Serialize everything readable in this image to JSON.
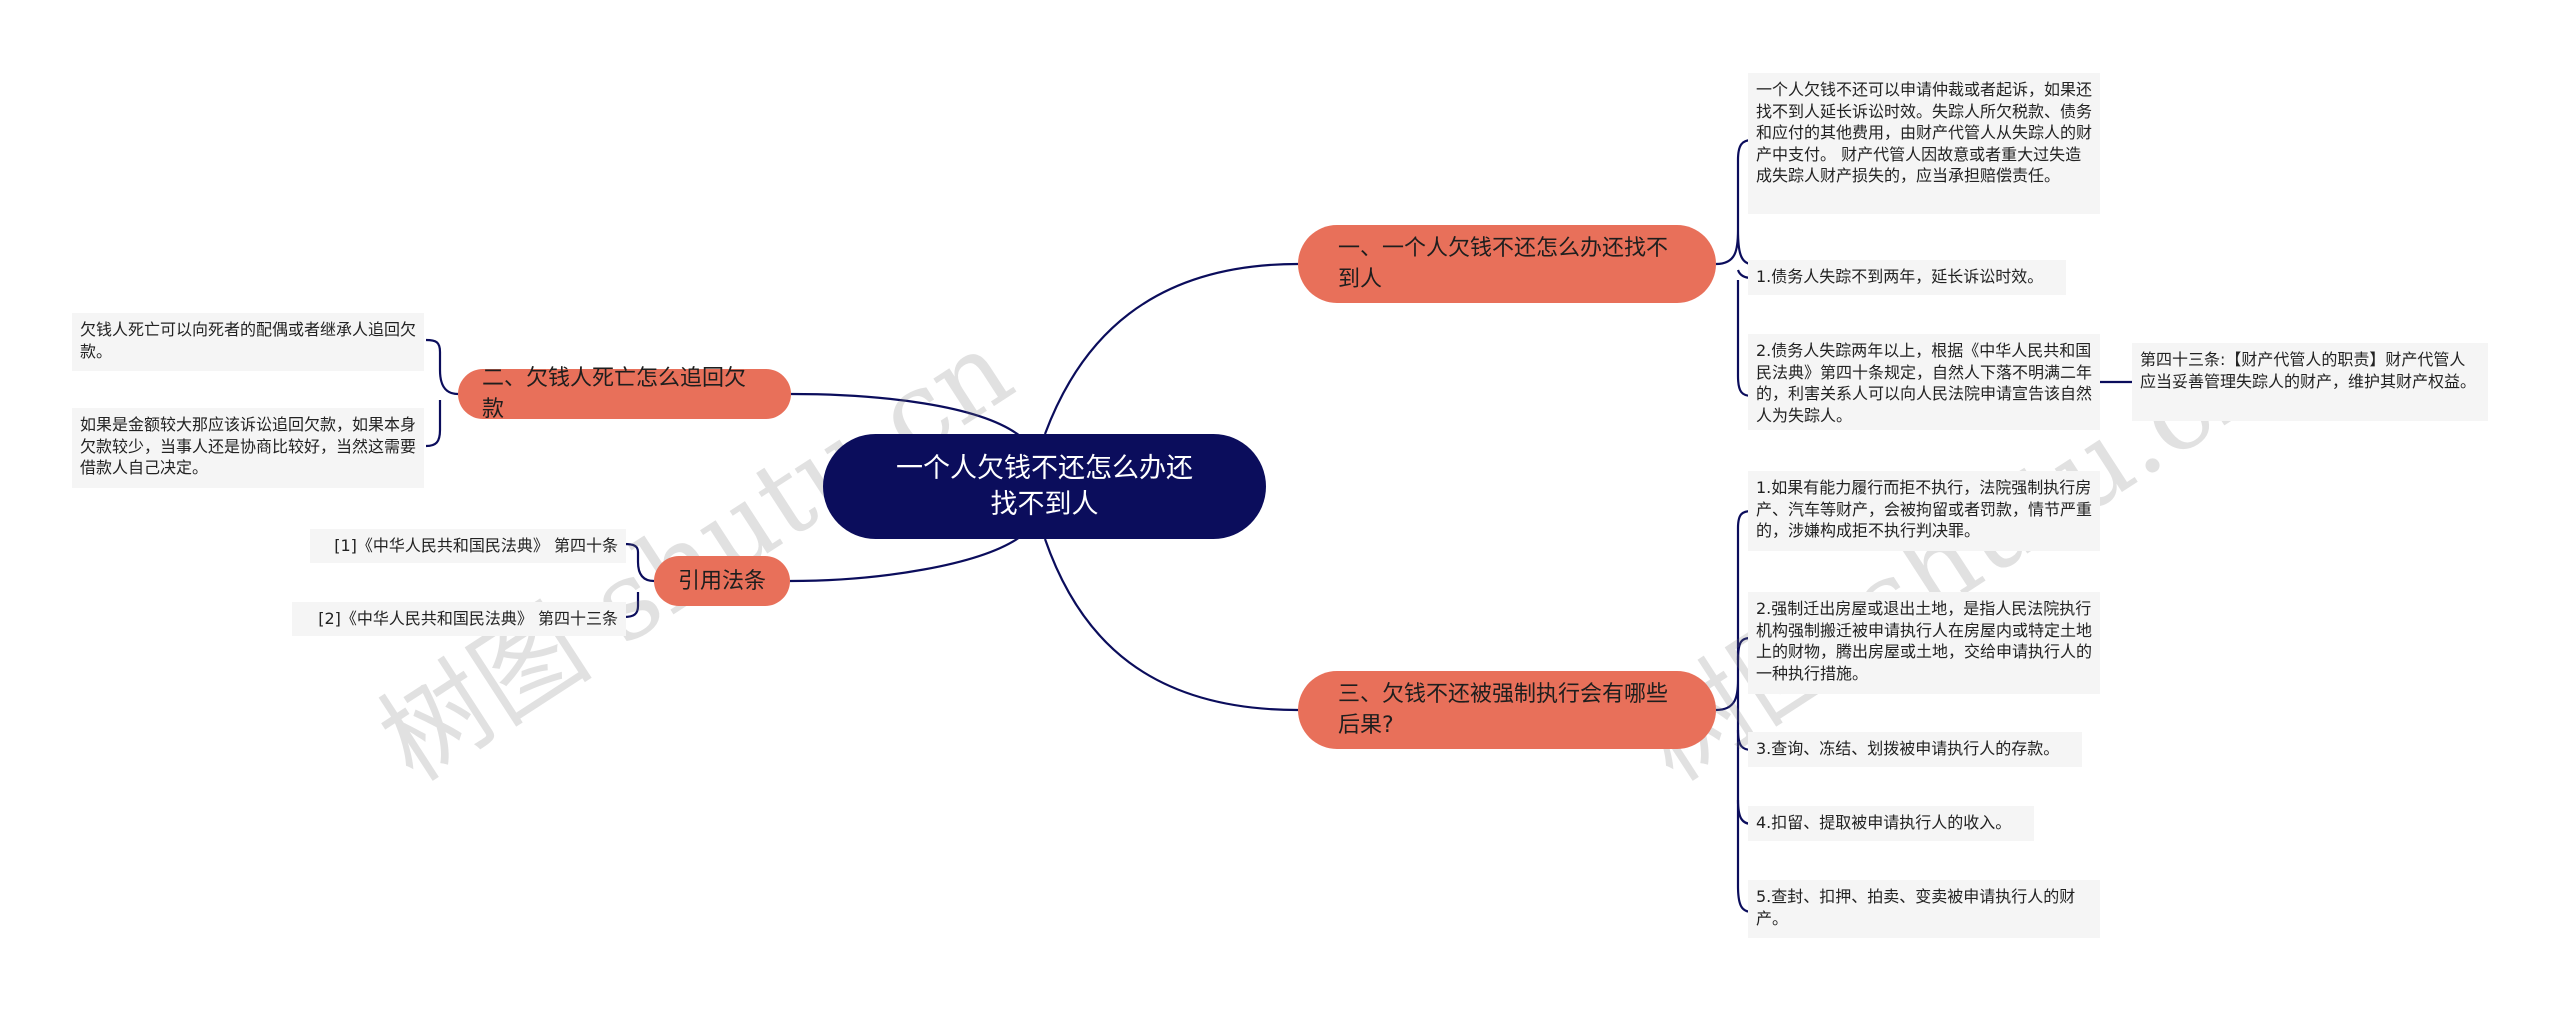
{
  "root": {
    "title": "一个人欠钱不还怎么办还找不到人"
  },
  "branches": {
    "b1": {
      "label": "一、一个人欠钱不还怎么办还找不到人",
      "leaves": [
        "一个人欠钱不还可以申请仲裁或者起诉，如果还找不到人延长诉讼时效。失踪人所欠税款、债务和应付的其他费用，由财产代管人从失踪人的财产中支付。 财产代管人因故意或者重大过失造成失踪人财产损失的，应当承担赔偿责任。",
        "1.债务人失踪不到两年，延长诉讼时效。",
        "2.债务人失踪两年以上，根据《中华人民共和国民法典》第四十条规定，自然人下落不明满二年的，利害关系人可以向人民法院申请宣告该自然人为失踪人。"
      ],
      "subleaf": "第四十三条:【财产代管人的职责】财产代管人应当妥善管理失踪人的财产，维护其财产权益。"
    },
    "b2": {
      "label": "三、欠钱不还被强制执行会有哪些后果?",
      "leaves": [
        "1.如果有能力履行而拒不执行，法院强制执行房产、汽车等财产，会被拘留或者罚款，情节严重的，涉嫌构成拒不执行判决罪。",
        "2.强制迁出房屋或退出土地，是指人民法院执行机构强制搬迁被申请执行人在房屋内或特定土地上的财物，腾出房屋或土地，交给申请执行人的一种执行措施。",
        "3.查询、冻结、划拨被申请执行人的存款。",
        "4.扣留、提取被申请执行人的收入。",
        "5.查封、扣押、拍卖、变卖被申请执行人的财产。"
      ]
    },
    "b3": {
      "label": "二、欠钱人死亡怎么追回欠款",
      "leaves": [
        "欠钱人死亡可以向死者的配偶或者继承人追回欠款。",
        "如果是金额较大那应该诉讼追回欠款，如果本身欠款较少，当事人还是协商比较好，当然这需要借款人自己决定。"
      ]
    },
    "b4": {
      "label": "引用法条",
      "leaves": [
        "[1]《中华人民共和国民法典》 第四十条",
        "[2]《中华人民共和国民法典》 第四十三条"
      ]
    }
  },
  "watermarks": [
    "树图 shutu.cn",
    "树图 shutu.cn"
  ],
  "colors": {
    "root_bg": "#0b0d5c",
    "branch_bg": "#e8705a",
    "leaf_bg": "#f5f5f5",
    "line": "#0b0d5c"
  }
}
